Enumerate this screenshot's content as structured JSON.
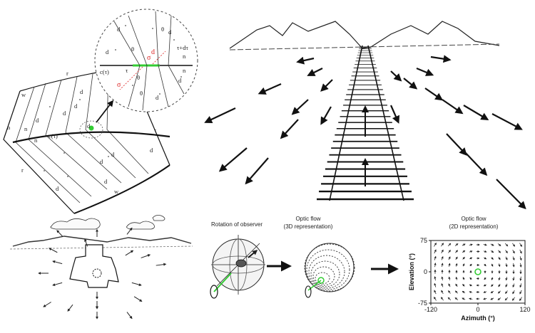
{
  "panel_a": {
    "fan_labels": [
      "r",
      "w",
      "d",
      "d",
      "d",
      "d",
      "n",
      "n",
      "c(τ)",
      "τ",
      "d",
      "d",
      "d",
      "w",
      "r",
      "n",
      "d",
      "d",
      "d"
    ],
    "inset_labels": {
      "d1": "d",
      "d2": "d",
      "d3": "d",
      "d4": "d",
      "n1": "n",
      "n2": "n",
      "n3": "n",
      "n4": "n",
      "theta1": "θ",
      "theta2": "θ",
      "theta3": "θ",
      "theta4": "θ",
      "tau": "τ",
      "tau_dtau": "τ+dτ",
      "ctau": "c(τ)",
      "sigma1": "σ",
      "sigma2": "σ"
    }
  },
  "panel_d": {
    "rotation_title": "Rotation of observer",
    "flow3d_title_line1": "Optic flow",
    "flow3d_title_line2": "(3D representation)",
    "flow2d_title_line1": "Optic flow",
    "flow2d_title_line2": "(2D representation)"
  },
  "chart_data": {
    "type": "scatter",
    "title": "",
    "xlabel": "Azimuth (°)",
    "ylabel": "Elevation (°)",
    "xlim": [
      -120,
      120
    ],
    "ylim": [
      -75,
      75
    ],
    "xticks": [
      "-120",
      "0",
      "120"
    ],
    "yticks": [
      "75",
      "0",
      "-75"
    ],
    "focus_point": {
      "x": 0,
      "y": 0
    },
    "grid": false
  }
}
